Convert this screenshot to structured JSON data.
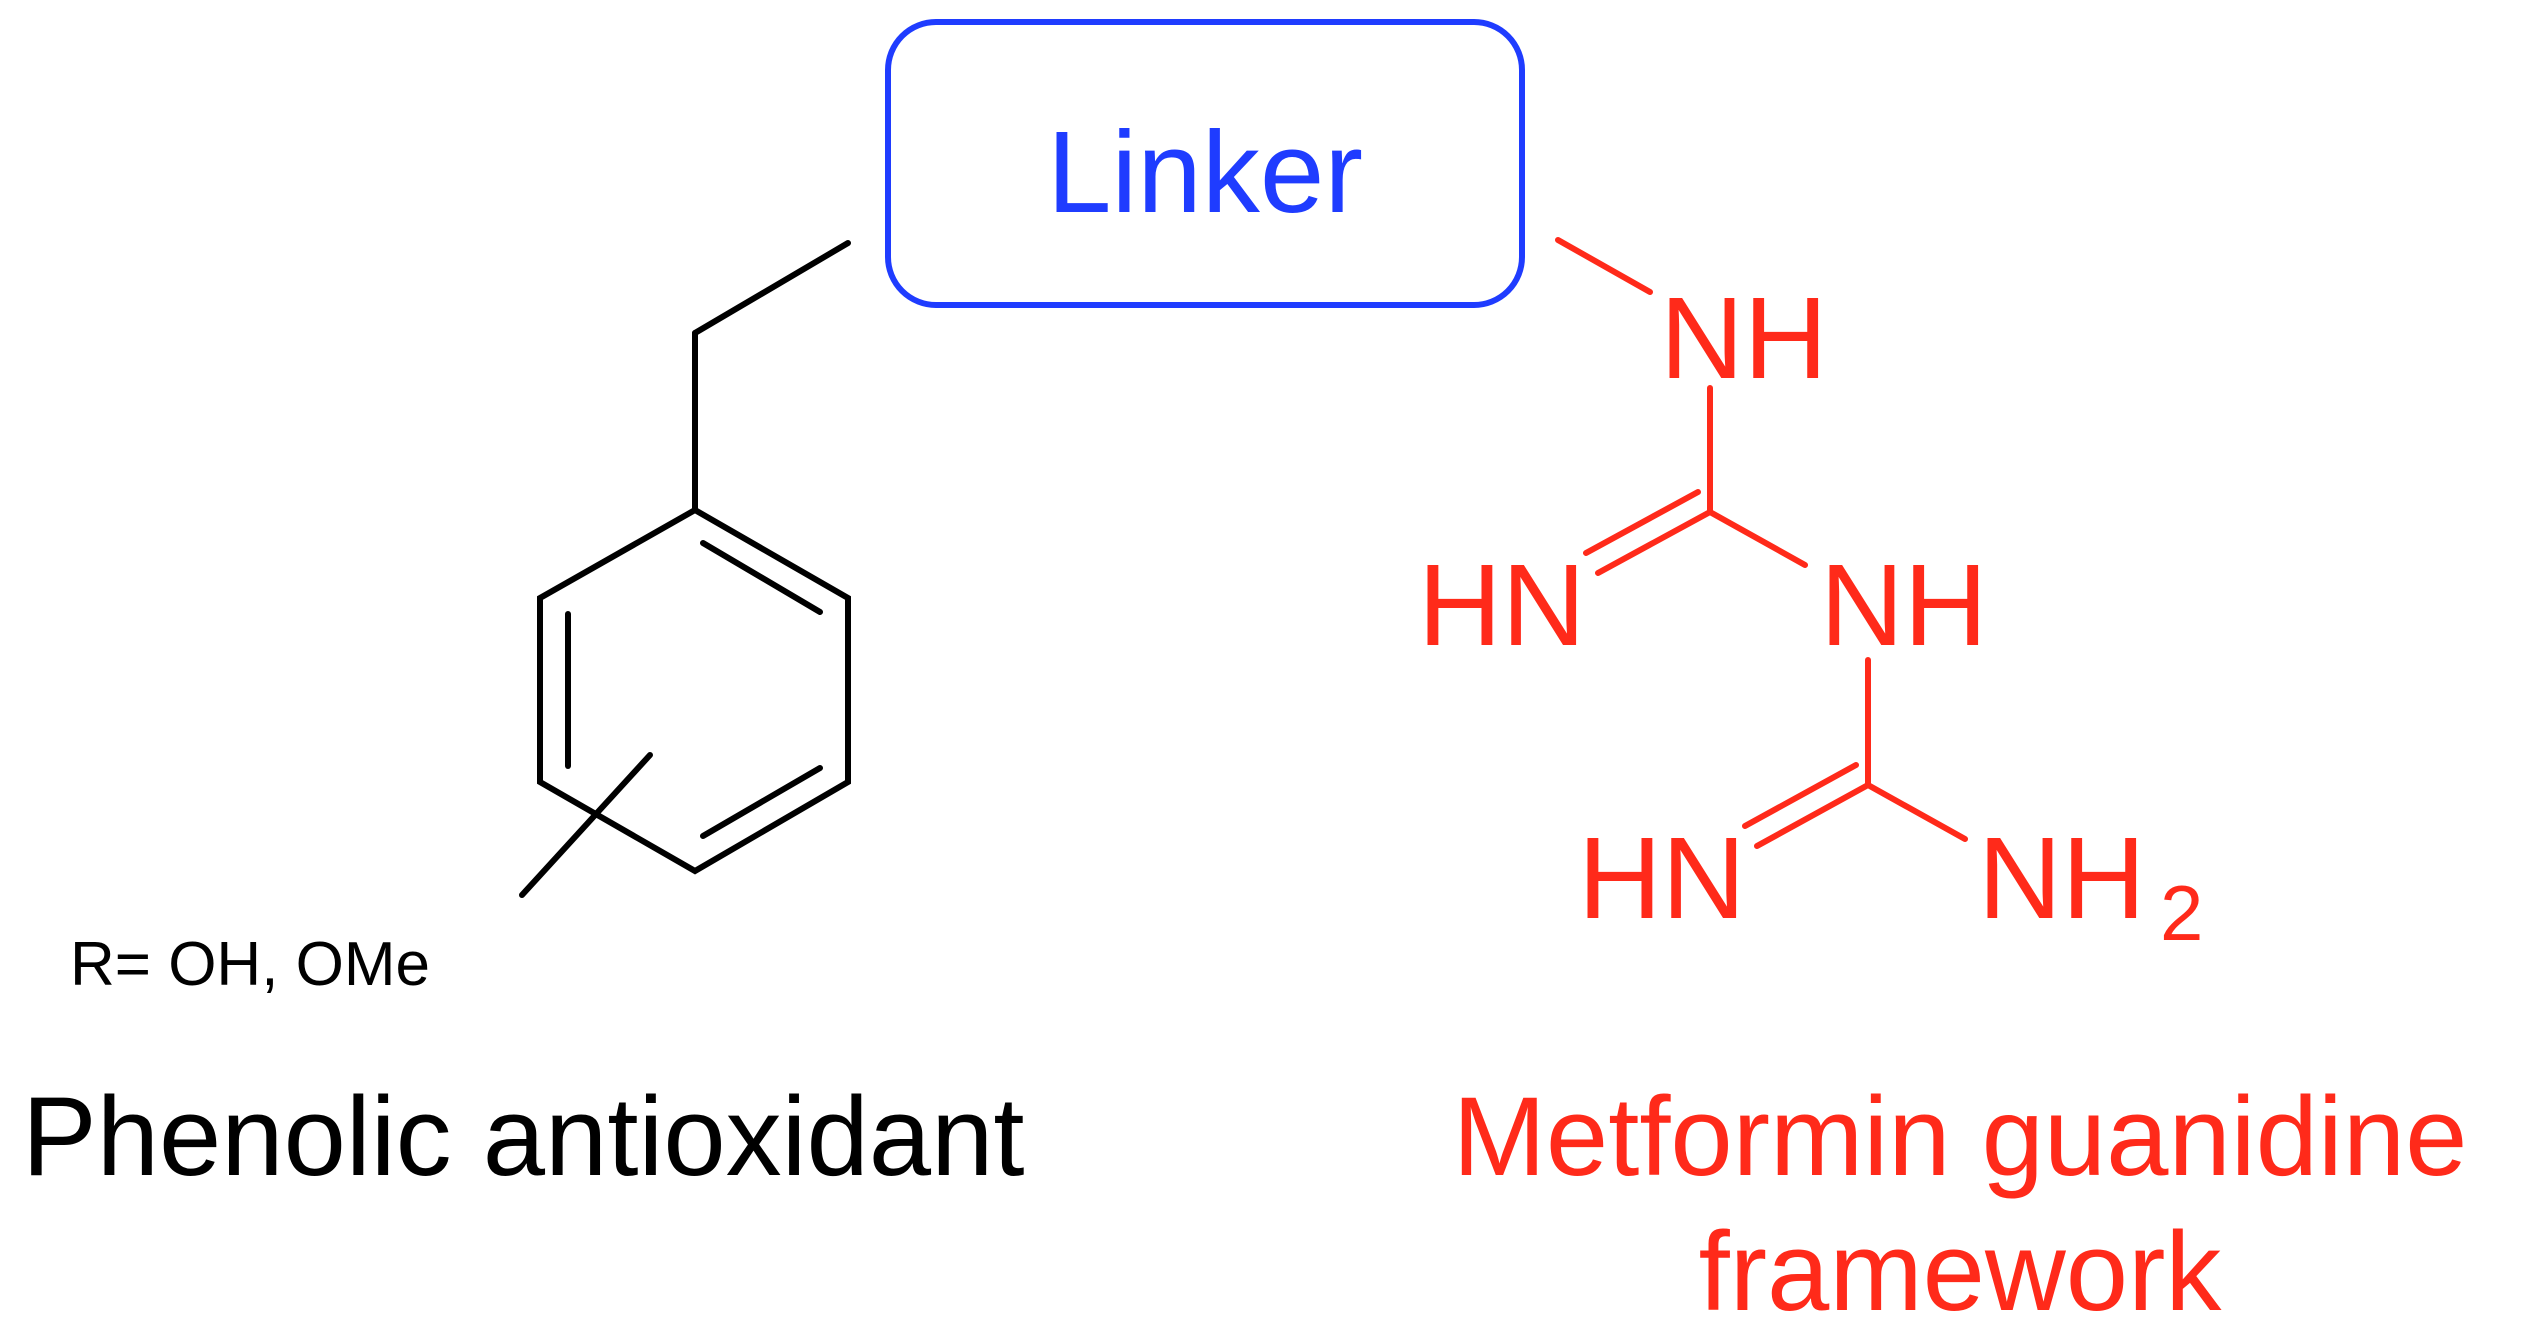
{
  "colors": {
    "background": "#ffffff",
    "phenolic": "#000000",
    "linker": "#1f3cff",
    "metformin": "#ff2a1a"
  },
  "linker": {
    "label": "Linker"
  },
  "phenolic": {
    "substituent_label": "R= OH, OMe",
    "caption": "Phenolic antioxidant"
  },
  "metformin": {
    "atoms": {
      "nh_top": "NH",
      "hn_left": "HN",
      "nh_middle": "NH",
      "hn_bottom": "HN",
      "nh2_main": "NH",
      "nh2_subscript": "2"
    },
    "caption_line1": "Metformin guanidine",
    "caption_line2": "framework"
  }
}
